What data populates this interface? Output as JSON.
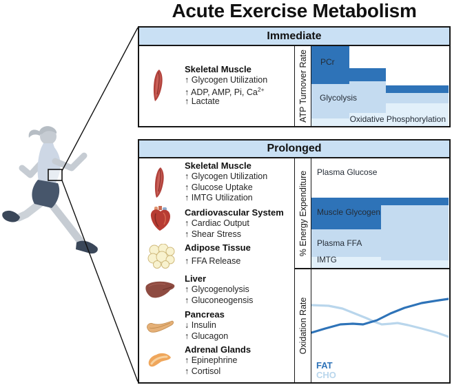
{
  "title": "Acute Exercise Metabolism",
  "colors": {
    "dark_blue": "#2e73b8",
    "light_blue": "#c4dbf0",
    "pale_blue": "#e2f0fa",
    "header_blue": "#c9e0f4",
    "border": "#161616"
  },
  "immediate": {
    "header": "Immediate",
    "axis_label": "ATP Turnover Rate",
    "organ": {
      "icon": "skeletal-muscle-icon",
      "name": "Skeletal Muscle",
      "line1": "↑ Glycogen Utilization",
      "line2_base": "↑ ADP, AMP, Pi, Ca",
      "line2_sup": "2+",
      "line3": "↑ Lactate"
    },
    "chart": {
      "type": "stacked-step-area",
      "bands": [
        {
          "label": "PCr",
          "trend": "high then decreasing"
        },
        {
          "label": "Glycolysis",
          "trend": "peaks then decreasing"
        },
        {
          "label": "Oxidative Phosphorylation",
          "trend": "increasing"
        }
      ]
    }
  },
  "prolonged": {
    "header": "Prolonged",
    "organs": [
      {
        "icon": "skeletal-muscle-icon",
        "name": "Skeletal Muscle",
        "lines": [
          "↑ Glycogen Utilization",
          "↑ Glucose Uptake",
          "↑ IMTG Utilization"
        ]
      },
      {
        "icon": "heart-icon",
        "name": "Cardiovascular System",
        "lines": [
          "↑ Cardiac Output",
          "↑ Shear Stress"
        ]
      },
      {
        "icon": "adipose-tissue-icon",
        "name": "Adipose Tissue",
        "lines": [
          "↑ FFA Release"
        ]
      },
      {
        "icon": "liver-icon",
        "name": "Liver",
        "lines": [
          "↑ Glycogenolysis",
          "↑ Gluconeogensis"
        ]
      },
      {
        "icon": "pancreas-icon",
        "name": "Pancreas",
        "lines": [
          "↓ Insulin",
          "↑ Glucagon"
        ]
      },
      {
        "icon": "adrenal-gland-icon",
        "name": "Adrenal Glands",
        "lines": [
          "↑ Epinephrine",
          "↑ Cortisol"
        ]
      }
    ],
    "energy_chart": {
      "type": "stacked-step-area",
      "axis_label": "% Energy Expenditure",
      "labels": [
        "Plasma Glucose",
        "Muscle Glycogen",
        "Plasma FFA",
        "IMTG"
      ]
    },
    "oxidation_chart": {
      "type": "line",
      "axis_label": "Oxidation Rate",
      "series": [
        {
          "name": "FAT",
          "color": "#2e73b8",
          "trend": "increasing",
          "points": [
            [
              0,
              92
            ],
            [
              20,
              86
            ],
            [
              42,
              80
            ],
            [
              60,
              79
            ],
            [
              75,
              80
            ],
            [
              95,
              74
            ],
            [
              115,
              64
            ],
            [
              135,
              56
            ],
            [
              160,
              49
            ],
            [
              185,
              45
            ],
            [
              199,
              43
            ]
          ]
        },
        {
          "name": "CHO",
          "color": "#b9d6ec",
          "trend": "decreasing",
          "points": [
            [
              0,
              52
            ],
            [
              25,
              53
            ],
            [
              45,
              57
            ],
            [
              65,
              65
            ],
            [
              80,
              71
            ],
            [
              91,
              76
            ],
            [
              102,
              80
            ],
            [
              115,
              79
            ],
            [
              125,
              78
            ],
            [
              140,
              81
            ],
            [
              160,
              86
            ],
            [
              182,
              92
            ],
            [
              199,
              98
            ]
          ]
        }
      ]
    }
  }
}
